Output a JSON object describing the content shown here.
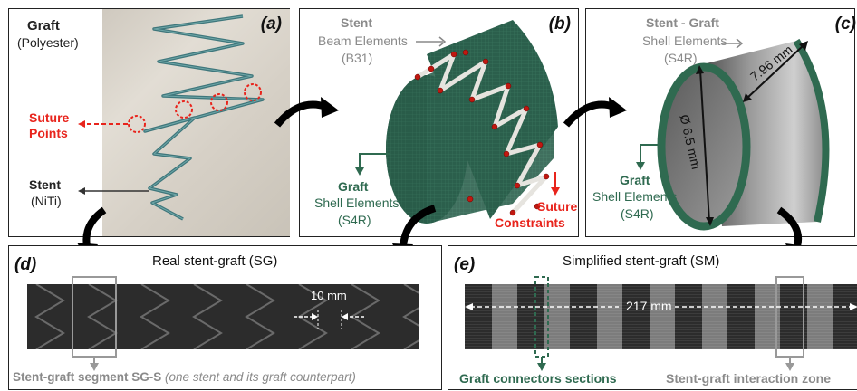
{
  "panels": {
    "a": {
      "tag": "(a)",
      "graft_title": "Graft",
      "graft_sub": "(Polyester)",
      "suture_line1": "Suture",
      "suture_line2": "Points",
      "stent_title": "Stent",
      "stent_sub": "(NiTi)"
    },
    "b": {
      "tag": "(b)",
      "stent_title": "Stent",
      "stent_line2": "Beam Elements",
      "stent_line3": "(B31)",
      "graft_title": "Graft",
      "graft_line2": "Shell Elements",
      "graft_line3": "(S4R)",
      "suture_line1": "Suture",
      "suture_line2": "Constraints"
    },
    "c": {
      "tag": "(c)",
      "sg_title": "Stent - Graft",
      "sg_line2": "Shell Elements",
      "sg_line3": "(S4R)",
      "graft_title": "Graft",
      "graft_line2": "Shell Elements",
      "graft_line3": "(S4R)",
      "dim_length": "7.96 mm",
      "dim_diameter": "Ø 6.5 mm"
    },
    "d": {
      "tag": "(d)",
      "title": "Real stent-graft (SG)",
      "dim_gap": "10 mm",
      "caption_bold": "Stent-graft segment SG-S",
      "caption_italic": "(one stent and its graft counterpart)"
    },
    "e": {
      "tag": "(e)",
      "title": "Simplified stent-graft (SM)",
      "dim_length": "217 mm",
      "caption_left": "Graft connectors sections",
      "caption_right": "Stent-graft interaction zone"
    }
  },
  "colors": {
    "red": "#e8241c",
    "green": "#2f6a50",
    "dark_text": "#222222",
    "grey_text": "#8a8a8a"
  }
}
